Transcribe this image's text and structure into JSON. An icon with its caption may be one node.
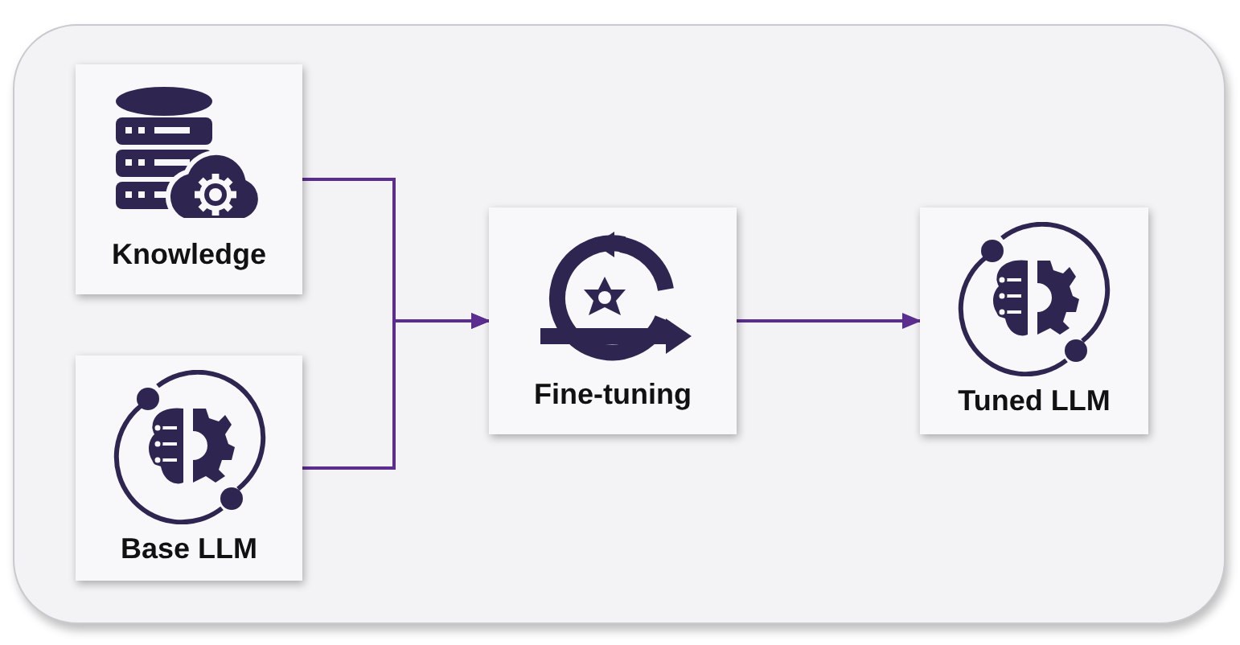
{
  "diagram": {
    "nodes": [
      {
        "text": [
          "Knowledge"
        ]
      },
      {
        "text": [
          "Base LLM"
        ]
      },
      {
        "text": [
          "Fine-tuning"
        ]
      },
      {
        "text": [
          "Tuned LLM"
        ]
      }
    ],
    "edges": [
      {
        "from": 0,
        "to": 2,
        "arrow": "to"
      },
      {
        "from": 1,
        "to": 2,
        "arrow": "to"
      },
      {
        "from": 2,
        "to": 3,
        "arrow": "to"
      }
    ]
  }
}
